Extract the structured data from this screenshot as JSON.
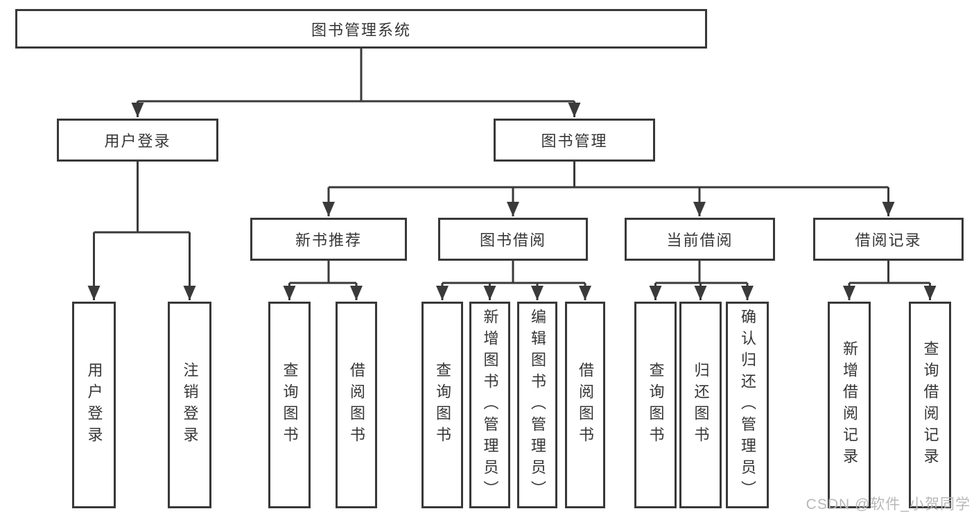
{
  "tree": {
    "root": {
      "label": "图书管理系统",
      "children": [
        {
          "label": "用户登录",
          "children": [
            {
              "label": "用户登录"
            },
            {
              "label": "注销登录"
            }
          ]
        },
        {
          "label": "图书管理",
          "children": [
            {
              "label": "新书推荐",
              "children": [
                {
                  "label": "查询图书"
                },
                {
                  "label": "借阅图书"
                }
              ]
            },
            {
              "label": "图书借阅",
              "children": [
                {
                  "label": "查询图书"
                },
                {
                  "label": "新增图书（管理员）"
                },
                {
                  "label": "编辑图书（管理员）"
                },
                {
                  "label": "借阅图书"
                }
              ]
            },
            {
              "label": "当前借阅",
              "children": [
                {
                  "label": "查询图书"
                },
                {
                  "label": "归还图书"
                },
                {
                  "label": "确认归还（管理员）"
                }
              ]
            },
            {
              "label": "借阅记录",
              "children": [
                {
                  "label": "新增借阅记录"
                },
                {
                  "label": "查询借阅记录"
                }
              ]
            }
          ]
        }
      ]
    }
  },
  "watermark": {
    "text": "CSDN @软件_小贺同学"
  },
  "colors": {
    "background": "#ffffff",
    "line": "#3a3a3a",
    "node_border": "#383838",
    "node_text": "#363636",
    "watermark": "#b8b8b8"
  }
}
